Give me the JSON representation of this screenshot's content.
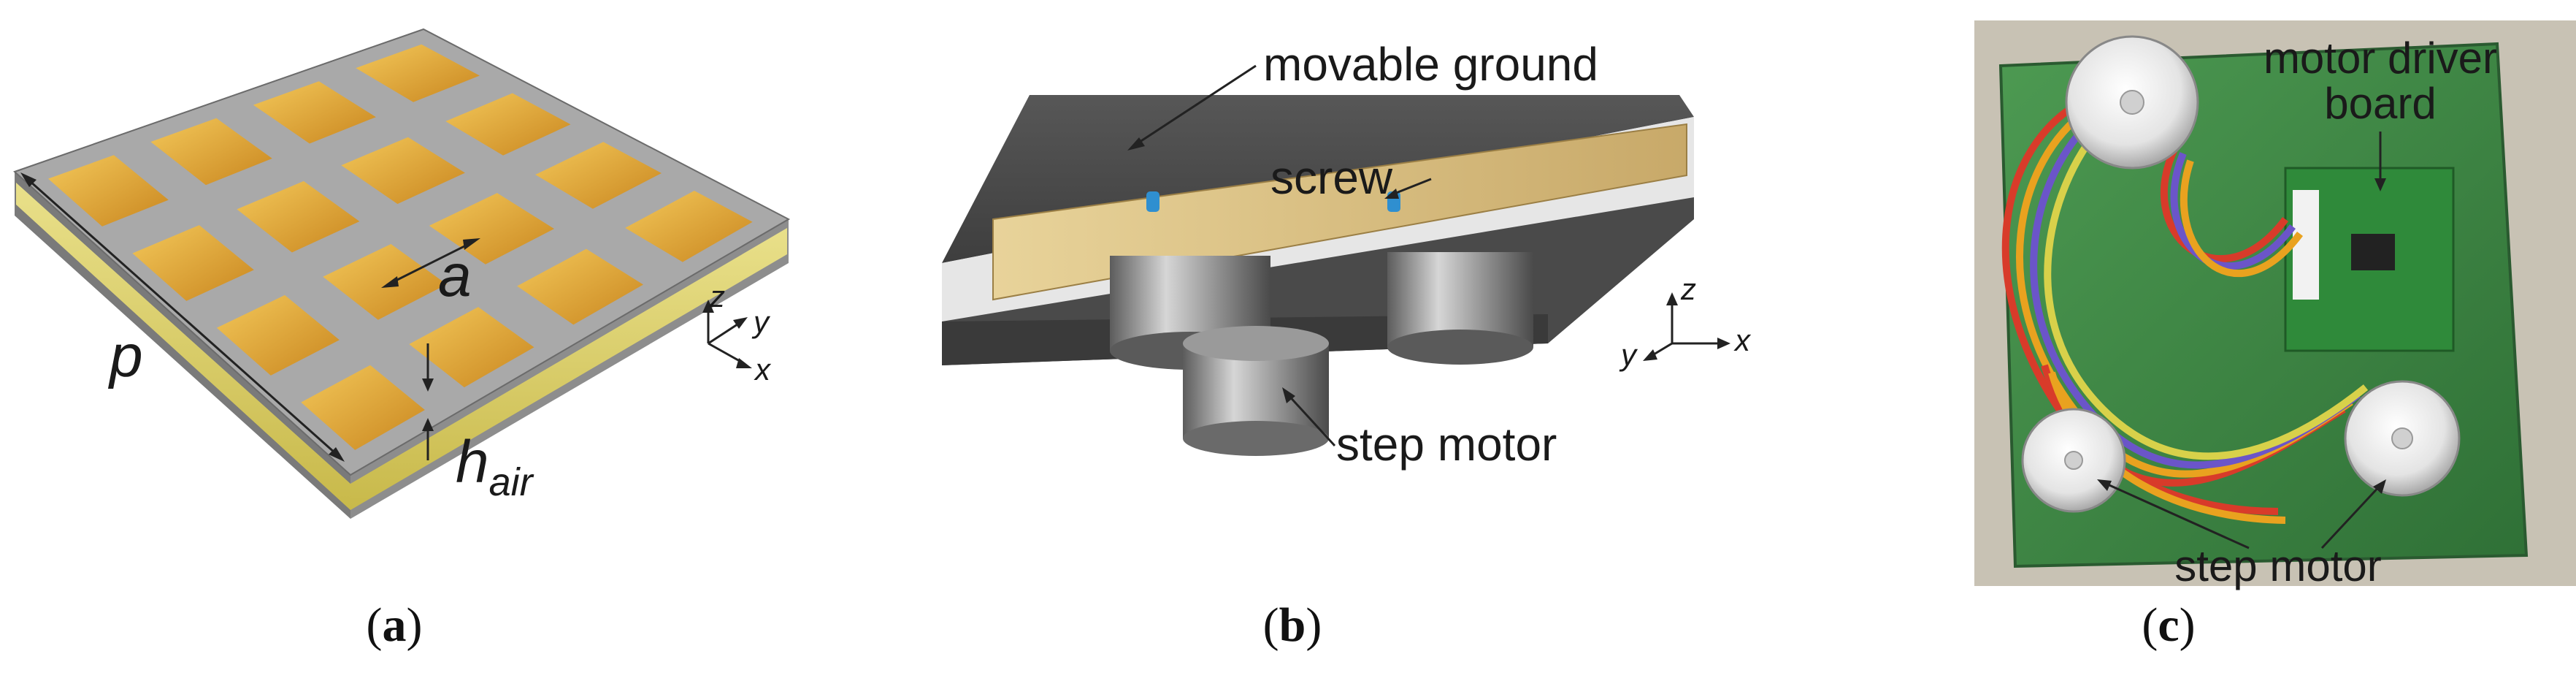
{
  "panels": {
    "a": {
      "caption_open": "(",
      "caption_letter": "a",
      "caption_close": ")",
      "label_p": "p",
      "label_a": "a",
      "label_h": "h",
      "label_h_sub": "air",
      "axis_z": "z",
      "axis_y": "y",
      "axis_x": "x"
    },
    "b": {
      "caption_open": "(",
      "caption_letter": "b",
      "caption_close": ")",
      "label_ground": "movable ground",
      "label_screw": "screw",
      "label_motor": "step motor",
      "axis_z": "z",
      "axis_y": "y",
      "axis_x": "x"
    },
    "c": {
      "caption_open": "(",
      "caption_letter": "c",
      "caption_close": ")",
      "label_driver_1": "motor driver",
      "label_driver_2": "board",
      "label_motor": "step motor"
    }
  },
  "colors": {
    "gold": "#e3b23a",
    "metal": "#9a9a9a",
    "dark_metal": "#4e4e4e",
    "screw_blue": "#2f8fd0",
    "pcb_green": "#3f8a45",
    "backdrop": "#c8c2b4"
  }
}
